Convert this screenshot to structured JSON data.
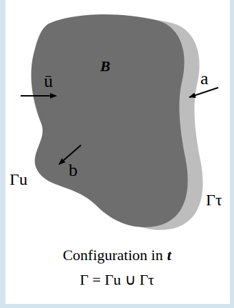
{
  "diagram": {
    "labels": [
      "ū",
      "B",
      "a",
      "b",
      "Γu",
      "Γτ",
      "Configuration in",
      "t",
      "Γ = Γu ∪ Γτ"
    ]
  }
}
